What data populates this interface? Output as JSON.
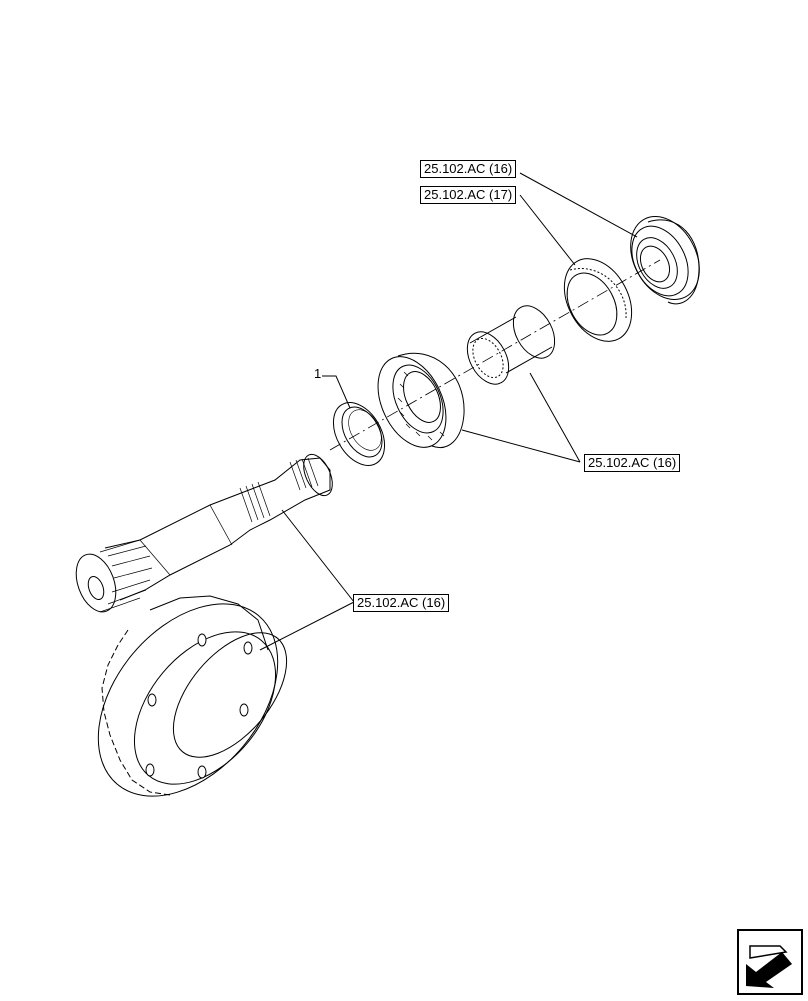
{
  "callouts": {
    "item_1": "1",
    "ref_bearing_top": "25.102.AC (16)",
    "ref_ring_top": "25.102.AC (17)",
    "ref_bearing_spacer": "25.102.AC (16)",
    "ref_pinion_gear": "25.102.AC (16)"
  },
  "icons": {
    "nav": "next-page-arrow-icon"
  }
}
